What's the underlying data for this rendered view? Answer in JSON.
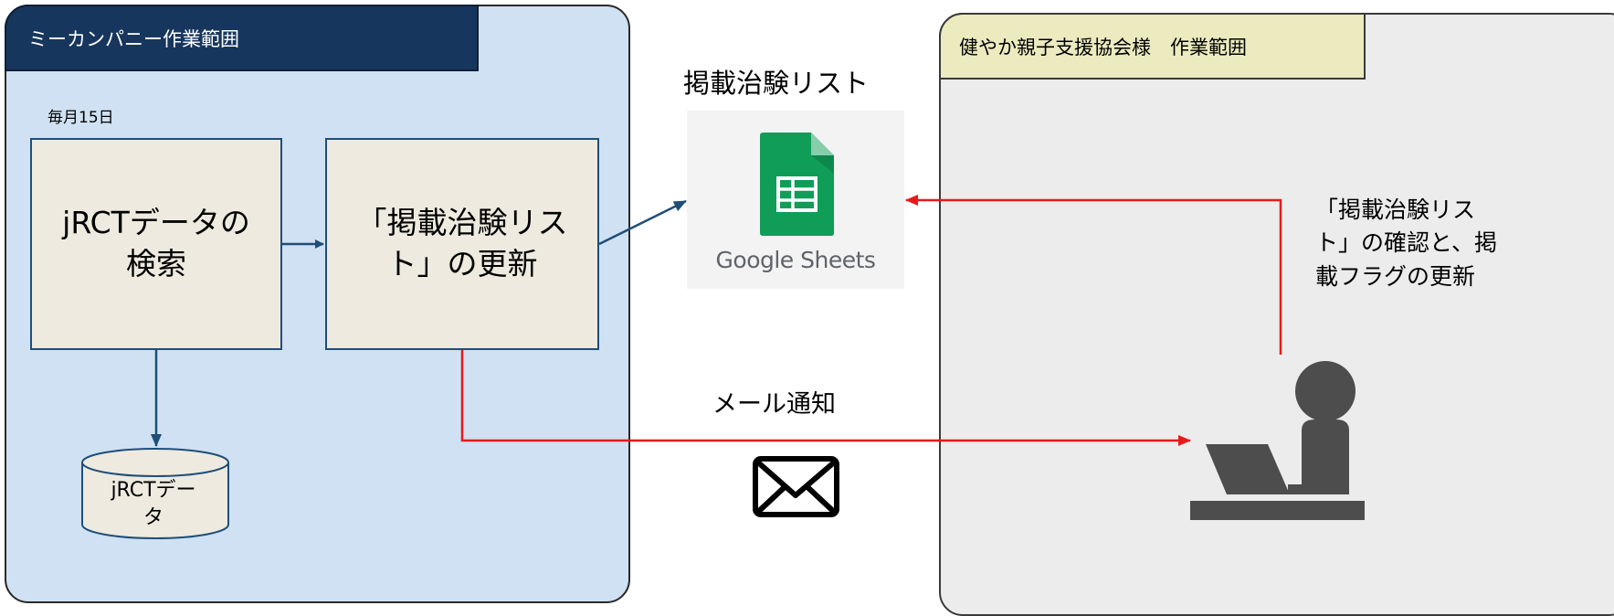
{
  "zones": {
    "left_title": "ミーカンパニー作業範囲",
    "right_title": "健やか親子支援協会様　作業範囲"
  },
  "schedule_label": "毎月15日",
  "processes": {
    "search": "jRCTデータの\n検索",
    "update": "「掲載治験リス\nト」の更新"
  },
  "database": {
    "label": "jRCTデー\nタ"
  },
  "sheet": {
    "title": "掲載治験リスト",
    "product": "Google Sheets",
    "icon": "google-sheets-icon"
  },
  "notification": {
    "label": "メール通知",
    "icon": "envelope-icon"
  },
  "partner_task": "「掲載治験リス\nト」の確認と、掲\n載フラグの更新",
  "user": {
    "icon": "person-at-laptop-icon"
  },
  "colors": {
    "left_header": "#17365d",
    "left_zone": "#cfe1f2",
    "right_header": "#ecebc0",
    "right_zone": "#ececec",
    "process_fill": "#eeeadf",
    "arrow_blue": "#1f4e79",
    "arrow_red": "#e8191b",
    "sheets_green": "#0f9d58"
  }
}
